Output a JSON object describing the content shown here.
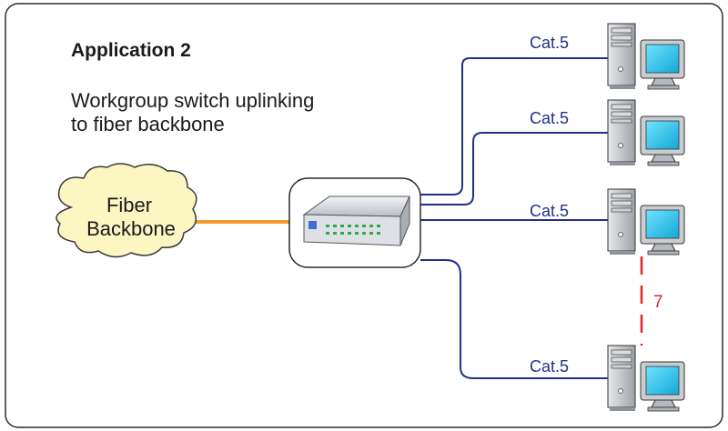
{
  "title": "Application 2",
  "description_lines": [
    "Workgroup switch uplinking",
    "to fiber backbone"
  ],
  "cloud_label": [
    "Fiber",
    "Backbone"
  ],
  "links": [
    {
      "label": "Cat.5"
    },
    {
      "label": "Cat.5"
    },
    {
      "label": "Cat.5"
    },
    {
      "label": "Cat.5"
    }
  ],
  "gap_label": "7",
  "colors": {
    "fiber": "#f39a2e",
    "copper": "#22308a",
    "gap": "#e0242a",
    "cloud_fill": "#fbf6c2",
    "label": "#22308a"
  },
  "icons": {
    "cloud": "cloud-icon",
    "switch": "network-switch-icon",
    "computer": "desktop-computer-icon"
  }
}
